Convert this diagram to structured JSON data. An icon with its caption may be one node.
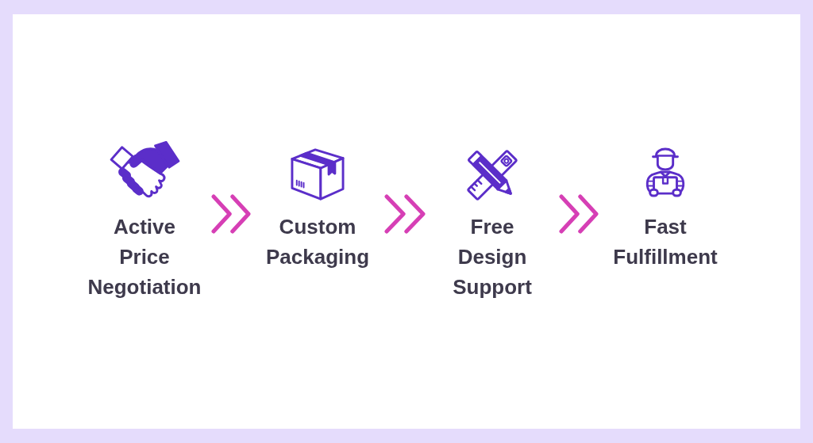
{
  "diagram": {
    "nodes": [
      {
        "text": [
          "Active Price Negotiation"
        ]
      },
      {
        "text": [
          "Custom Packaging"
        ]
      },
      {
        "text": [
          "Free Design Support"
        ]
      },
      {
        "text": [
          "Fast Fulfillment"
        ]
      }
    ],
    "edges": [
      {
        "from": 0,
        "to": 1,
        "arrow": "to"
      },
      {
        "from": 1,
        "to": 2,
        "arrow": "to"
      },
      {
        "from": 2,
        "to": 3,
        "arrow": "to"
      }
    ]
  }
}
